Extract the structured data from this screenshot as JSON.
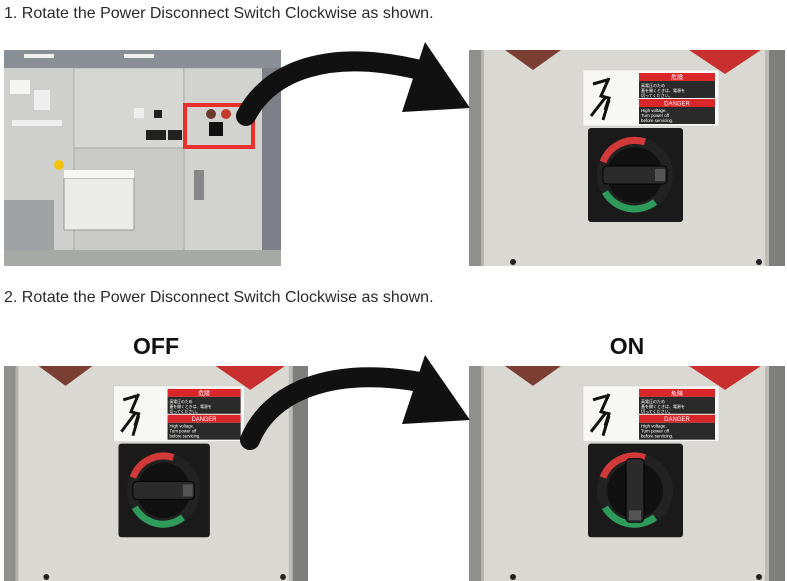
{
  "steps": [
    {
      "text": "1. Rotate the Power Disconnect Switch Clockwise as shown."
    },
    {
      "text": "2. Rotate the Power Disconnect Switch Clockwise as shown."
    }
  ],
  "states": {
    "off": "OFF",
    "on": "ON"
  },
  "danger_label": {
    "jp_header": "危険",
    "jp_text": [
      "高電圧のため",
      "蓋を開くときは、電源を",
      "切ってください。"
    ],
    "en_header": "DANGER",
    "en_text": [
      "High voltage.",
      "Turn power off",
      "before servicing."
    ]
  },
  "switch_positions": {
    "step1_after": "off",
    "step2_before": "off",
    "step2_after": "on"
  },
  "colors": {
    "highlight": "#e8312f",
    "arrow": "#111111",
    "panel": "#d9d8d3",
    "danger_red": "#d9262b"
  }
}
